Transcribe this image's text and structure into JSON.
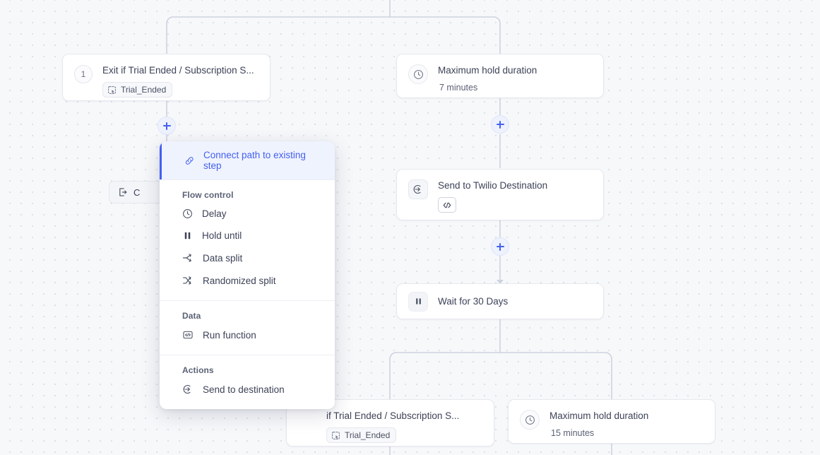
{
  "canvas": {
    "background_color": "#f7f8fa",
    "dot_color": "#d9dce4",
    "connector_color": "#cdd2e0",
    "accent_color": "#4460f1"
  },
  "nodes": {
    "exit_trial_top": {
      "number": "1",
      "title": "Exit if Trial Ended / Subscription S...",
      "chip_label": "Trial_Ended",
      "chip_icon": "audience-select-icon",
      "icon": "step-number-badge"
    },
    "max_hold_top": {
      "title": "Maximum hold duration",
      "subtitle": "7 minutes",
      "icon": "clock-icon"
    },
    "send_twilio": {
      "title": "Send to Twilio Destination",
      "badge_icon": "code-icon",
      "icon": "send-to-destination-icon"
    },
    "wait_30_days": {
      "title": "Wait for 30 Days",
      "icon": "hold-until-icon"
    },
    "exit_trial_bottom": {
      "title": "if Trial Ended / Subscription S...",
      "chip_label": "Trial_Ended",
      "chip_icon": "audience-select-icon"
    },
    "max_hold_bottom": {
      "title": "Maximum hold duration",
      "subtitle": "15 minutes",
      "icon": "clock-icon"
    }
  },
  "ghost_button": {
    "label": "C",
    "icon": "exit-icon"
  },
  "add_buttons": {
    "label": "+",
    "name": "add-step-button"
  },
  "menu": {
    "highlight": {
      "label": "Connect path to existing step",
      "icon": "link-icon"
    },
    "sections": [
      {
        "title": "Flow control",
        "items": [
          {
            "label": "Delay",
            "icon": "clock-icon"
          },
          {
            "label": "Hold until",
            "icon": "pause-icon"
          },
          {
            "label": "Data split",
            "icon": "data-split-icon"
          },
          {
            "label": "Randomized split",
            "icon": "randomized-split-icon"
          }
        ]
      },
      {
        "title": "Data",
        "items": [
          {
            "label": "Run function",
            "icon": "code-icon"
          }
        ]
      },
      {
        "title": "Actions",
        "items": [
          {
            "label": "Send to destination",
            "icon": "send-to-destination-icon"
          }
        ]
      }
    ]
  }
}
